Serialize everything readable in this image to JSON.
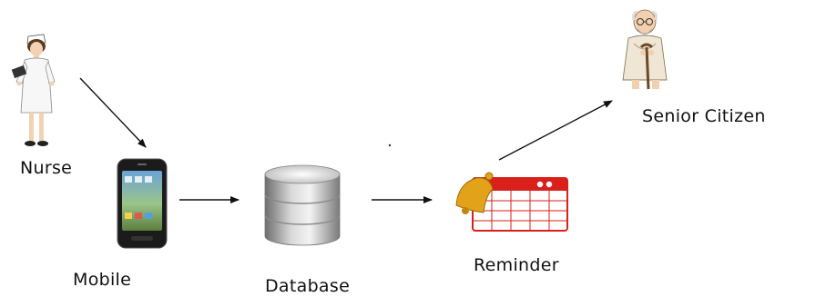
{
  "nodes": {
    "nurse": {
      "label": "Nurse",
      "icon": "nurse-icon"
    },
    "mobile": {
      "label": "Mobile",
      "icon": "smartphone-icon"
    },
    "database": {
      "label": "Database",
      "icon": "database-icon"
    },
    "reminder": {
      "label": "Reminder",
      "icon": "calendar-bell-icon"
    },
    "senior": {
      "label": "Senior Citizen",
      "icon": "senior-citizen-icon"
    }
  },
  "colors": {
    "arrow": "#111111",
    "calendar_red": "#d9201a",
    "bell_gold": "#e2a21a",
    "db_silver": "#9a9a9a"
  }
}
